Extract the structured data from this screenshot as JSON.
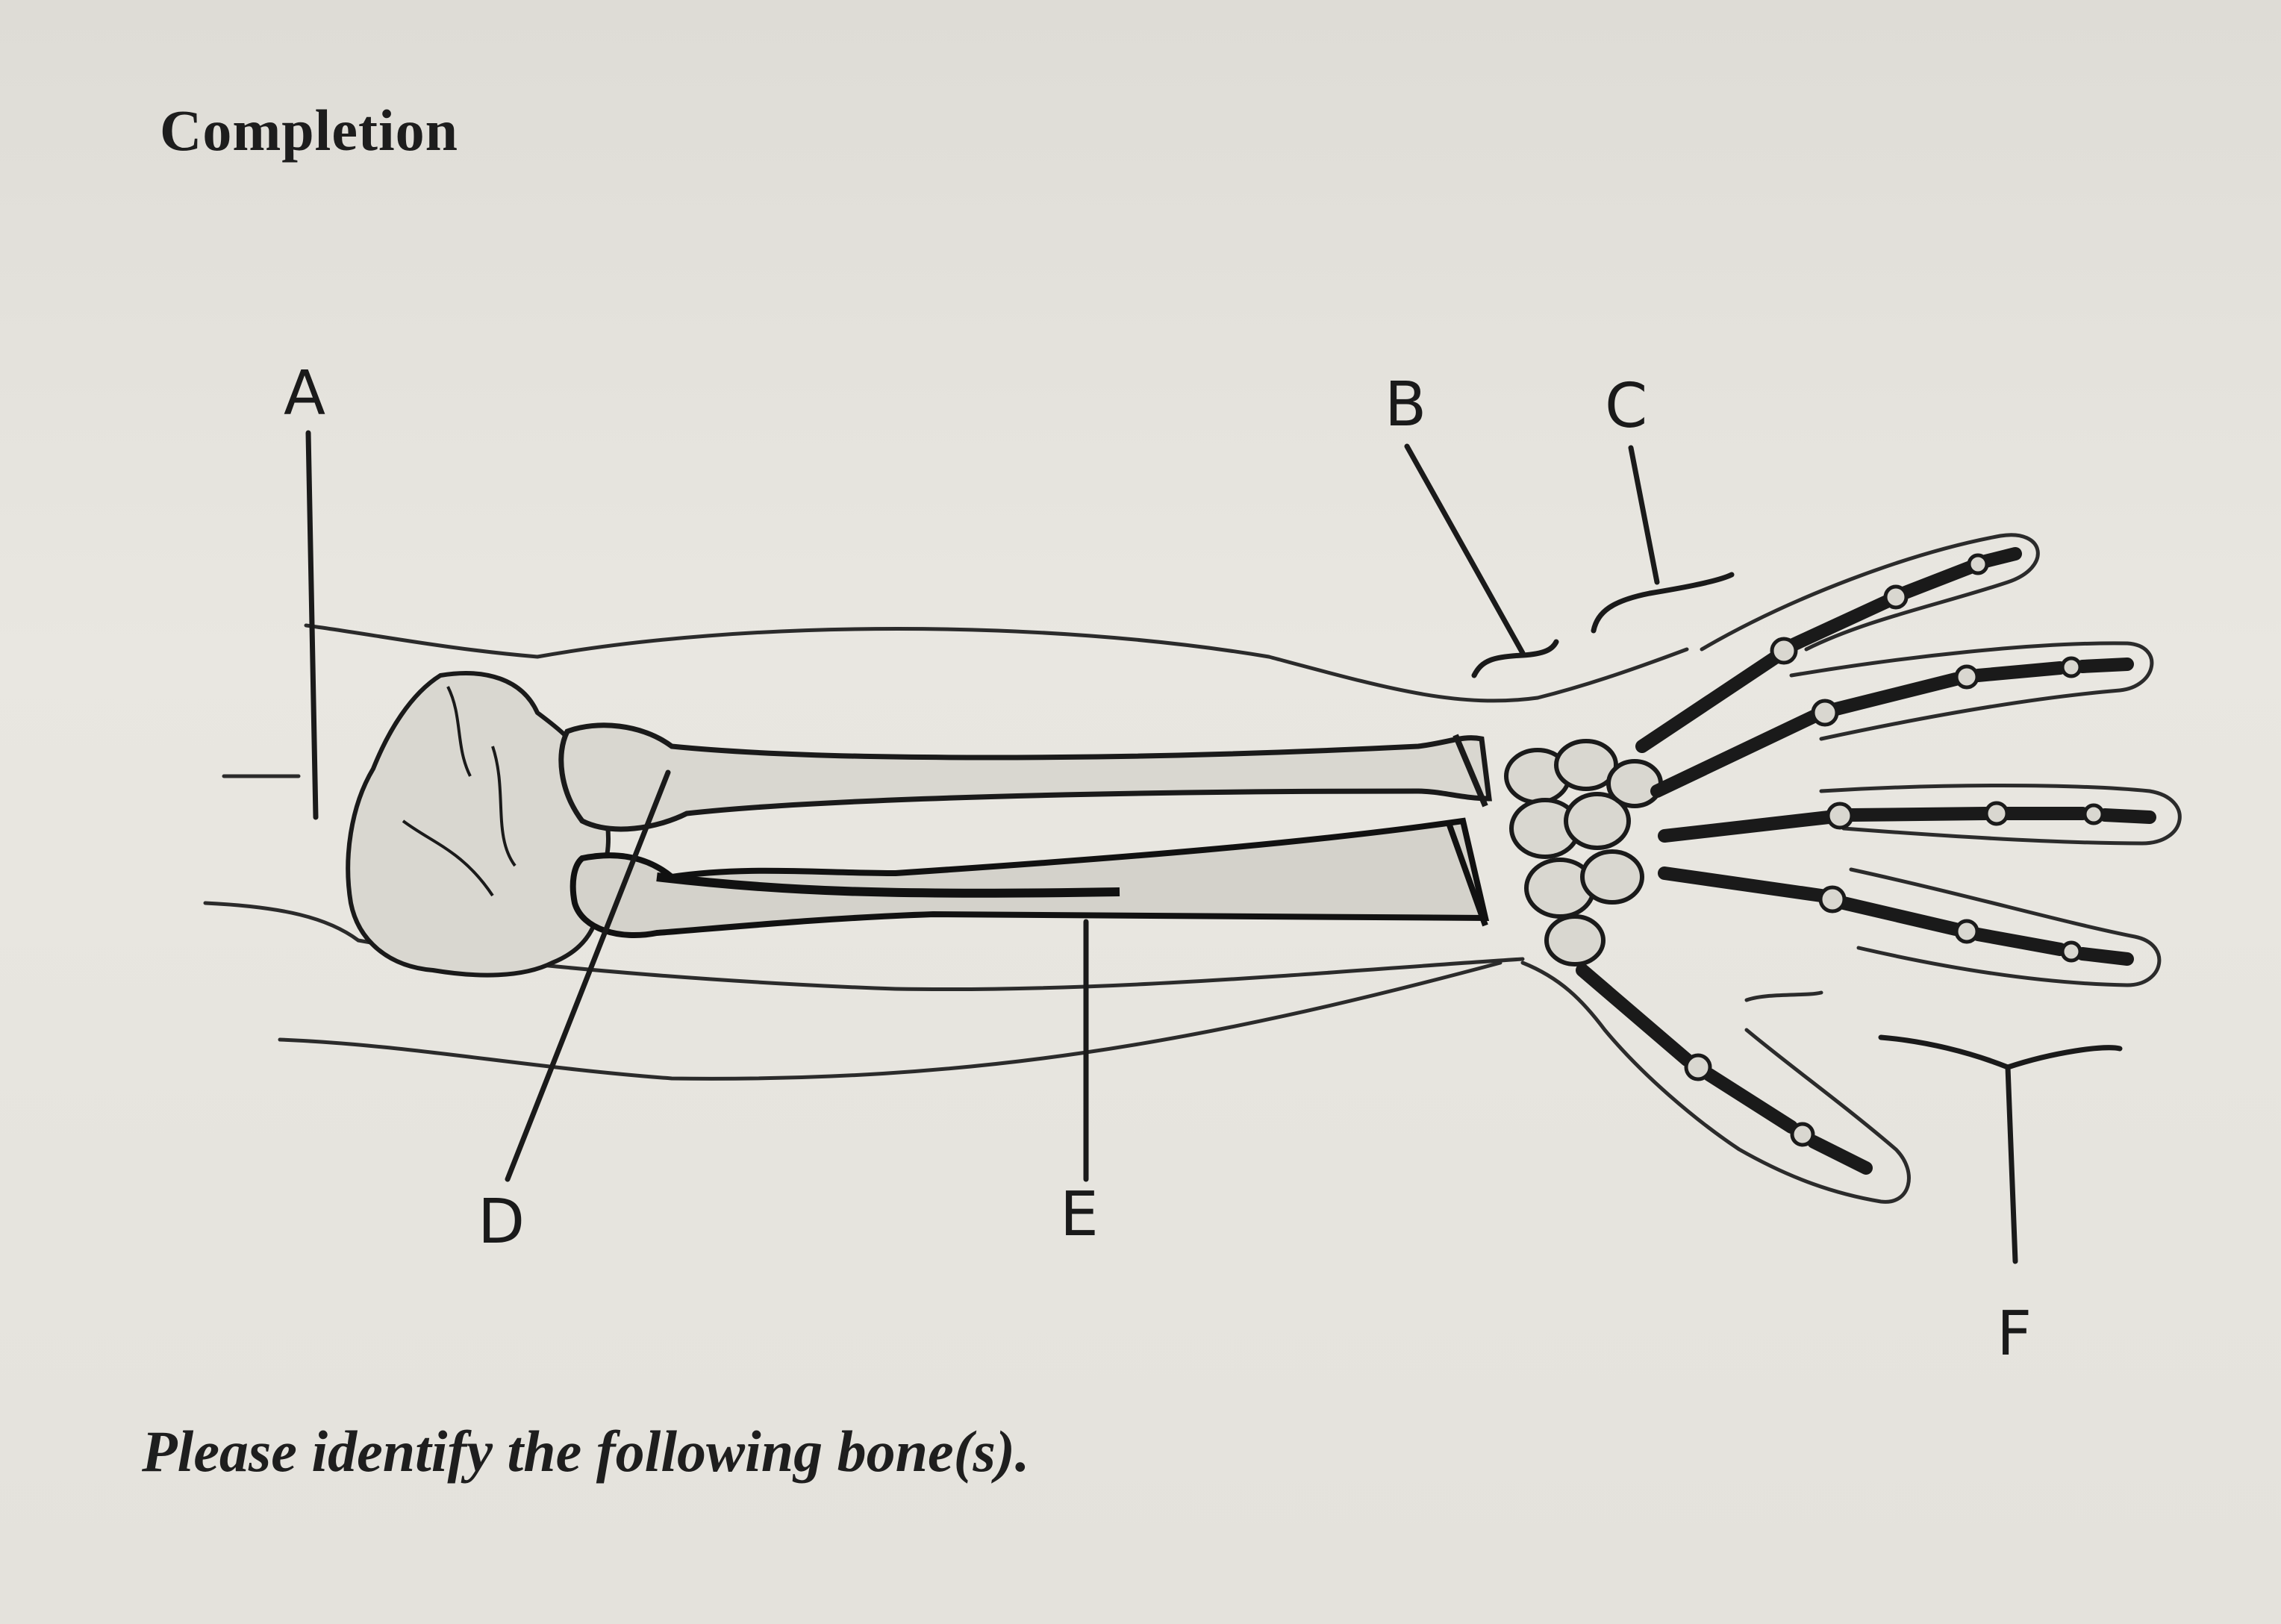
{
  "worksheet": {
    "heading": "Completion",
    "prompt": "Please identify the following bone(s)."
  },
  "diagram": {
    "labels": {
      "a": "A",
      "b": "B",
      "c": "C",
      "d": "D",
      "e": "E",
      "f": "F"
    },
    "ink_color": "#1a1a1a",
    "paper_color": "#e7e5df"
  }
}
